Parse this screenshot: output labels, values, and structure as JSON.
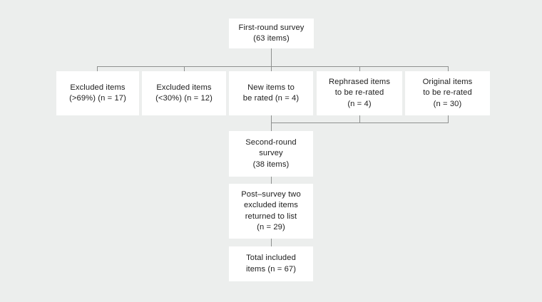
{
  "diagram": {
    "title": "Survey item selection flow chart",
    "background_color": "#eceeed",
    "node_fill_color": "#ffffff",
    "connector_color": "#8e908f",
    "text_color": "#1d1d1d",
    "nodes": {
      "first_round_survey": "First-round survey\n(63 items)",
      "excluded_high": "Excluded items\n(>69%) (n = 17)",
      "excluded_low": "Excluded items\n(<30%) (n = 12)",
      "new_items": "New items to\nbe rated (n = 4)",
      "rephrased_items": "Rephrased items\nto be re-rated\n(n = 4)",
      "original_items": "Original items\nto be re-rated\n(n = 30)",
      "second_round_survey": "Second-round\nsurvey\n(38 items)",
      "post_survey_returned": "Post–survey two\nexcluded items\nreturned to list\n(n = 29)",
      "total_included": "Total included\nitems (n = 67)"
    }
  }
}
